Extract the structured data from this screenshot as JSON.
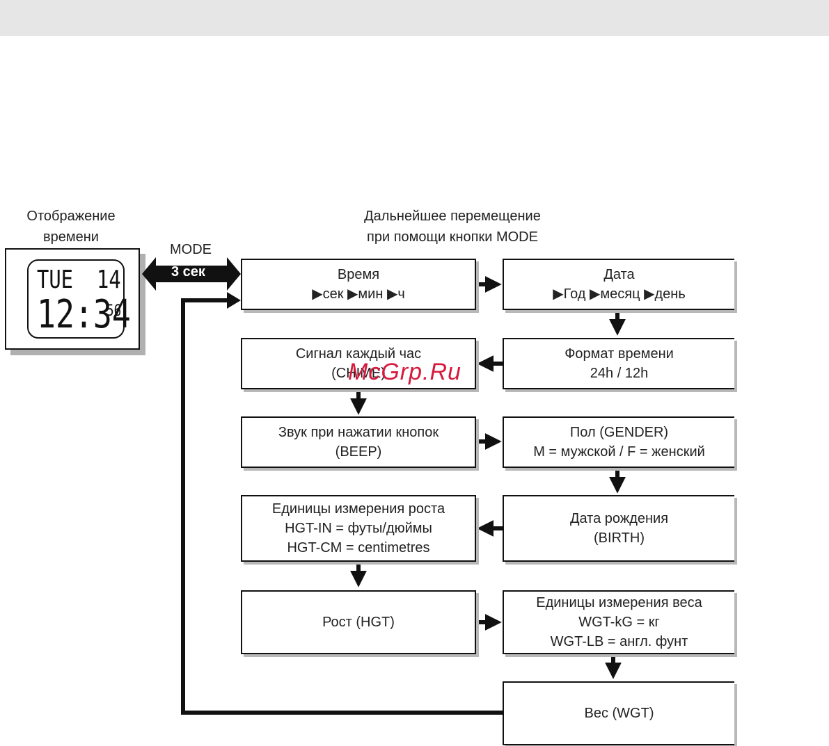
{
  "watch_caption": [
    "Отображение",
    "времени"
  ],
  "watch_display": {
    "day": "TUE",
    "date": "14",
    "time": "12:34",
    "seconds": "56"
  },
  "mode_label": "MODE",
  "hold_label": "3 сек",
  "flow_caption": [
    "Дальнейшее перемещение",
    "при помощи кнопки MODE"
  ],
  "boxes": {
    "time": [
      "Время",
      "▶сек ▶мин ▶ч"
    ],
    "date": [
      "Дата",
      "▶Год ▶месяц ▶день"
    ],
    "format": [
      "Формат времени",
      "24h / 12h"
    ],
    "chime": [
      "Сигнал каждый час",
      "(CHIME)"
    ],
    "beep": [
      "Звук при нажатии кнопок",
      "(BEEP)"
    ],
    "gender": [
      "Пол (GENDER)",
      "M = мужской / F = женский"
    ],
    "birth": [
      "Дата рождения",
      "(BIRTH)"
    ],
    "height_units": [
      "Единицы измерения роста",
      "HGT-IN = футы/дюймы",
      "HGT-CM = centimetres"
    ],
    "height": [
      "Рост (HGT)"
    ],
    "weight_units": [
      "Единицы измерения веса",
      "WGT-kG = кг",
      "WGT-LB = англ. фунт"
    ],
    "weight": [
      "Вес (WGT)"
    ]
  },
  "watermark": "McGrp.Ru",
  "colors": {
    "line": "#111111",
    "shadow": "#b8b8b8",
    "watermark": "#d6193d",
    "topbar": "#e6e6e6"
  }
}
